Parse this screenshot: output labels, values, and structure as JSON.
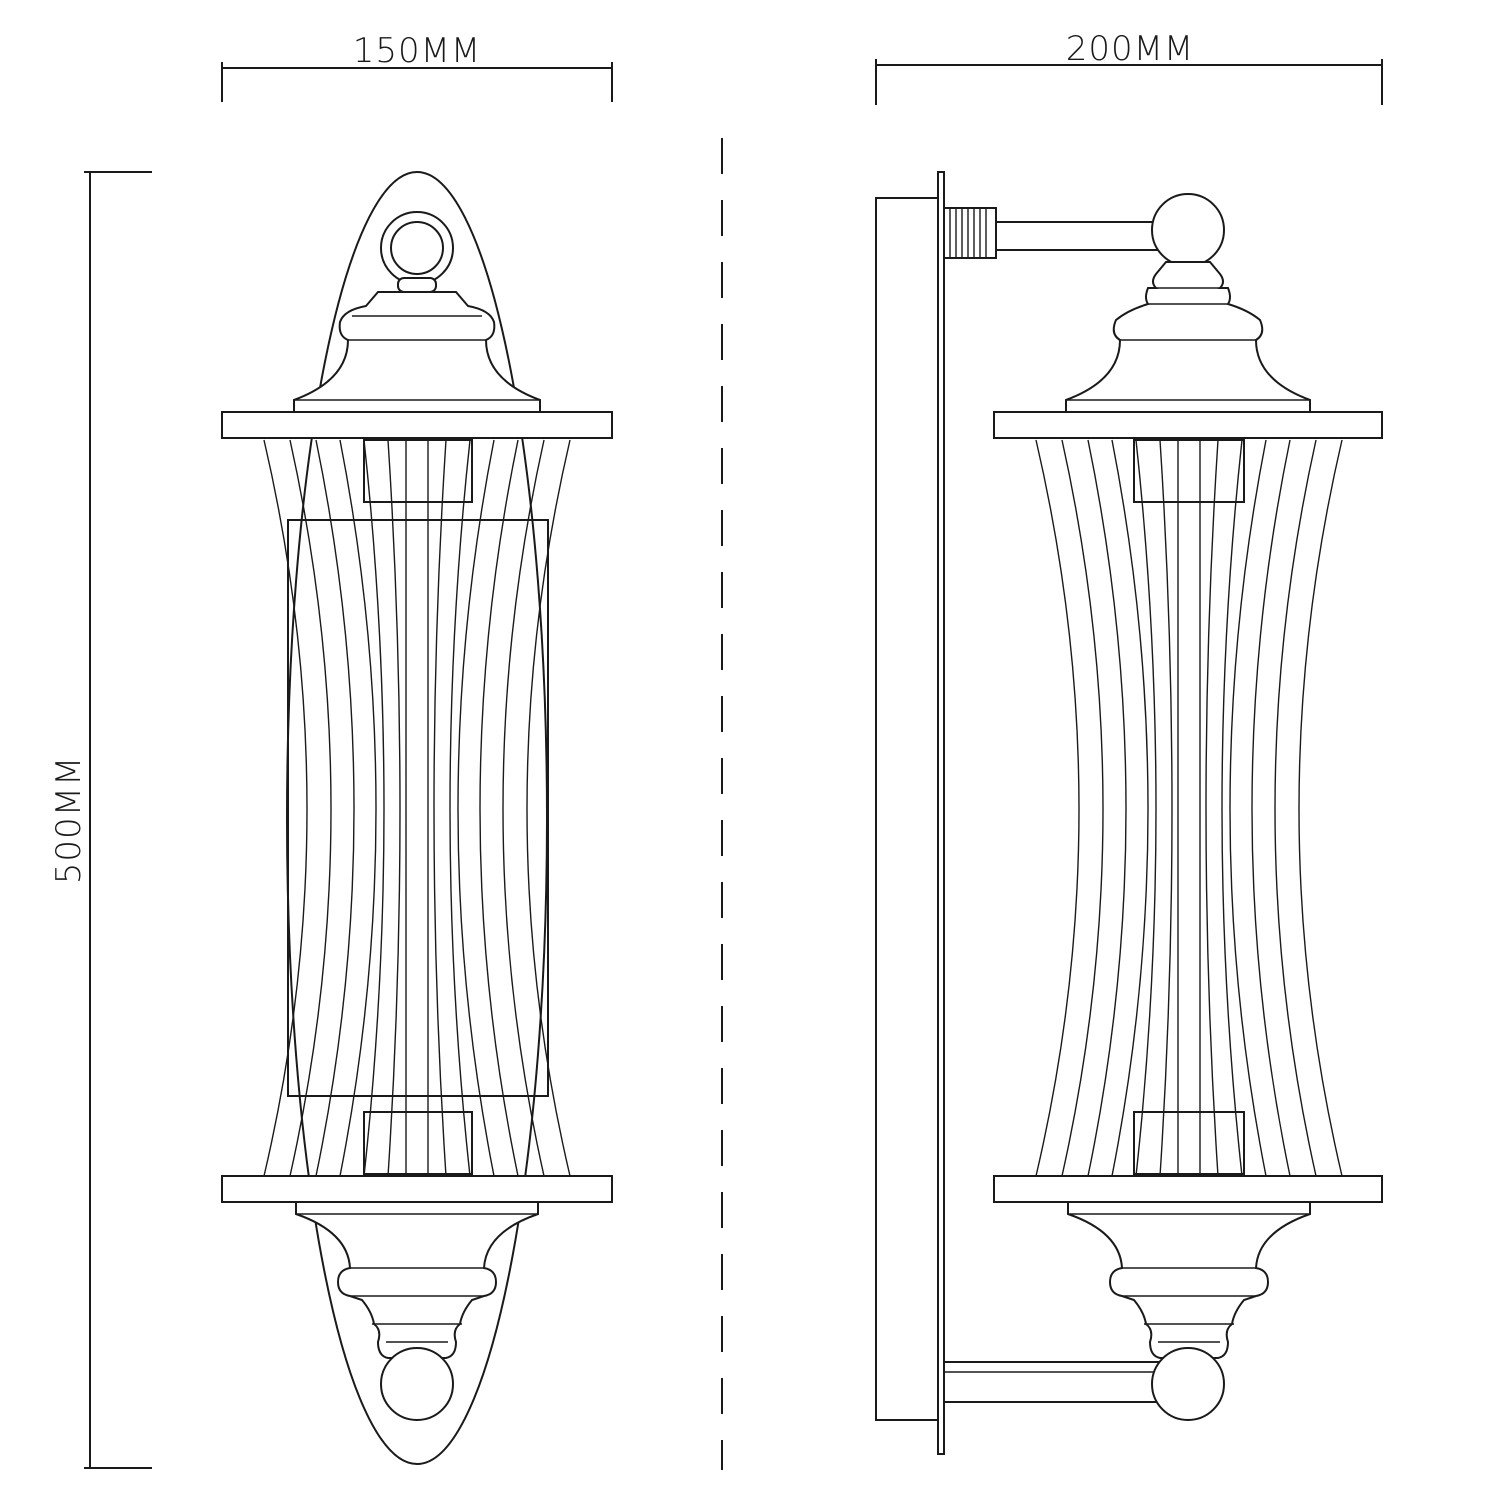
{
  "dimensions": {
    "front_width": "150MM",
    "side_width": "200MM",
    "height": "500MM"
  },
  "colors": {
    "line": "#1a1a1a",
    "background": "#ffffff"
  }
}
